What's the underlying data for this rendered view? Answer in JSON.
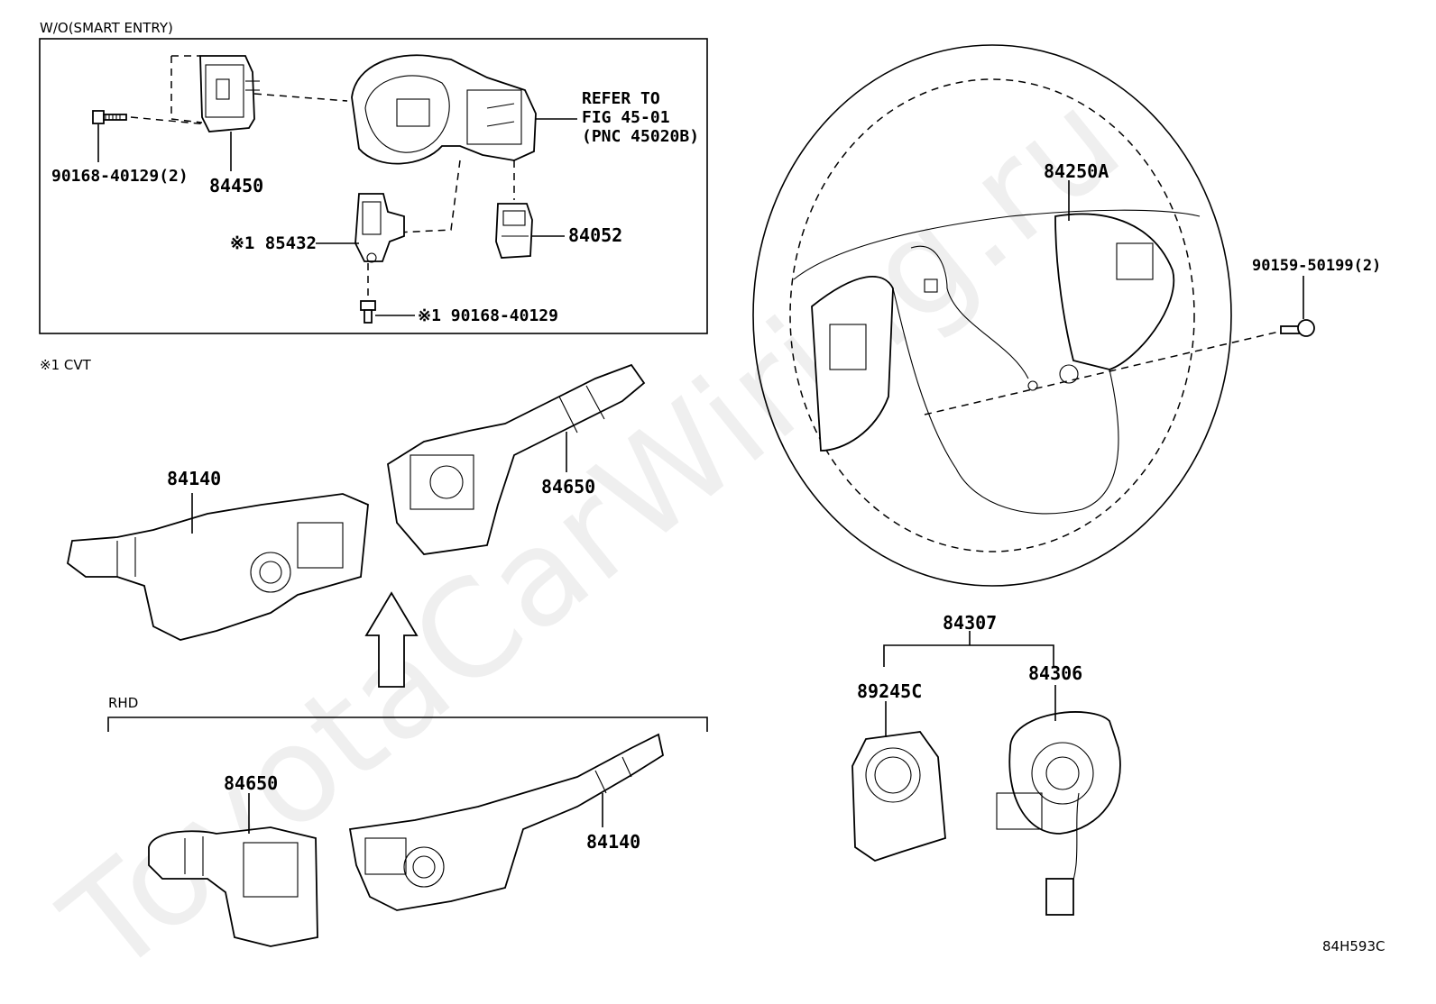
{
  "box_title": "W/O(SMART ENTRY)",
  "note_key": "※1 CVT",
  "rhd_label": "RHD",
  "watermark": "ToyotaCarWiring.ru",
  "diagram_code": "84H593C",
  "parts": {
    "p90168_2": "90168-40129(2)",
    "p84450": "84450",
    "p85432": "※1 85432",
    "p84052": "84052",
    "p90168": "※1 90168-40129",
    "refer1": "REFER TO",
    "refer2": "FIG 45-01",
    "refer3": "(PNC 45020B)",
    "p84250A": "84250A",
    "p90159": "90159-50199(2)",
    "p84140a": "84140",
    "p84650a": "84650",
    "p84307": "84307",
    "p89245C": "89245C",
    "p84306": "84306",
    "p84650b": "84650",
    "p84140b": "84140"
  }
}
